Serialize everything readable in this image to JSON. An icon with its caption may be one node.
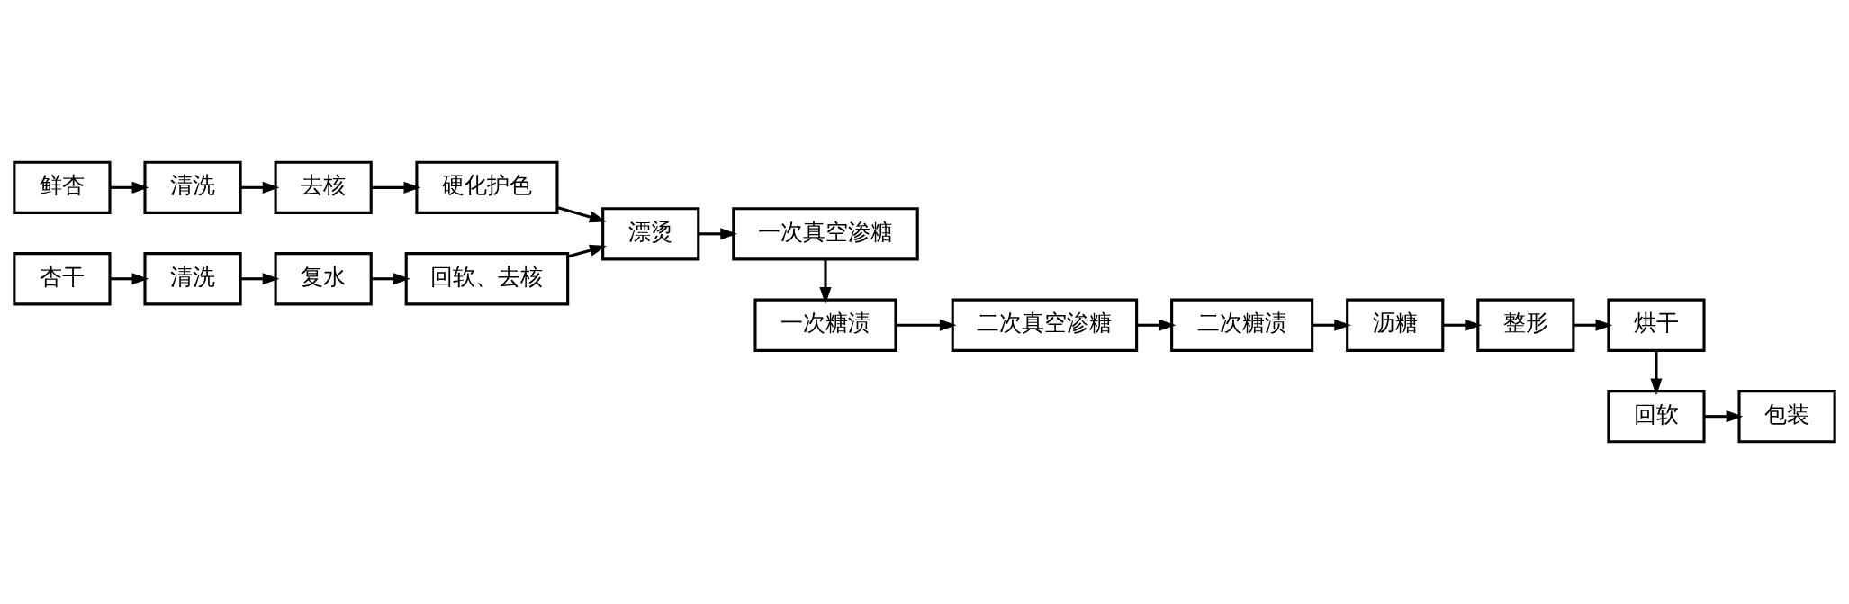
{
  "diagram": {
    "nodes": [
      {
        "text": [
          "鲜杏"
        ]
      },
      {
        "text": [
          "清洗"
        ]
      },
      {
        "text": [
          "去核"
        ]
      },
      {
        "text": [
          "硬化护色"
        ]
      },
      {
        "text": [
          "杏干"
        ]
      },
      {
        "text": [
          "清洗"
        ]
      },
      {
        "text": [
          "复水"
        ]
      },
      {
        "text": [
          "回软、去核"
        ]
      },
      {
        "text": [
          "漂烫"
        ]
      },
      {
        "text": [
          "一次真空渗糖"
        ]
      },
      {
        "text": [
          "一次糖渍"
        ]
      },
      {
        "text": [
          "二次真空渗糖"
        ]
      },
      {
        "text": [
          "二次糖渍"
        ]
      },
      {
        "text": [
          "沥糖"
        ]
      },
      {
        "text": [
          "整形"
        ]
      },
      {
        "text": [
          "烘干"
        ]
      },
      {
        "text": [
          "回软"
        ]
      },
      {
        "text": [
          "包装"
        ]
      }
    ],
    "edges": [
      {
        "from": 0,
        "to": 1,
        "arrow": "to"
      },
      {
        "from": 1,
        "to": 2,
        "arrow": "to"
      },
      {
        "from": 2,
        "to": 3,
        "arrow": "to"
      },
      {
        "from": 3,
        "to": 8,
        "arrow": "to"
      },
      {
        "from": 4,
        "to": 5,
        "arrow": "to"
      },
      {
        "from": 5,
        "to": 6,
        "arrow": "to"
      },
      {
        "from": 6,
        "to": 7,
        "arrow": "to"
      },
      {
        "from": 7,
        "to": 8,
        "arrow": "to"
      },
      {
        "from": 8,
        "to": 9,
        "arrow": "to"
      },
      {
        "from": 9,
        "to": 10,
        "arrow": "to"
      },
      {
        "from": 10,
        "to": 11,
        "arrow": "to"
      },
      {
        "from": 11,
        "to": 12,
        "arrow": "to"
      },
      {
        "from": 12,
        "to": 13,
        "arrow": "to"
      },
      {
        "from": 13,
        "to": 14,
        "arrow": "to"
      },
      {
        "from": 14,
        "to": 15,
        "arrow": "to"
      },
      {
        "from": 15,
        "to": 16,
        "arrow": "to"
      },
      {
        "from": 16,
        "to": 17,
        "arrow": "to"
      }
    ]
  }
}
